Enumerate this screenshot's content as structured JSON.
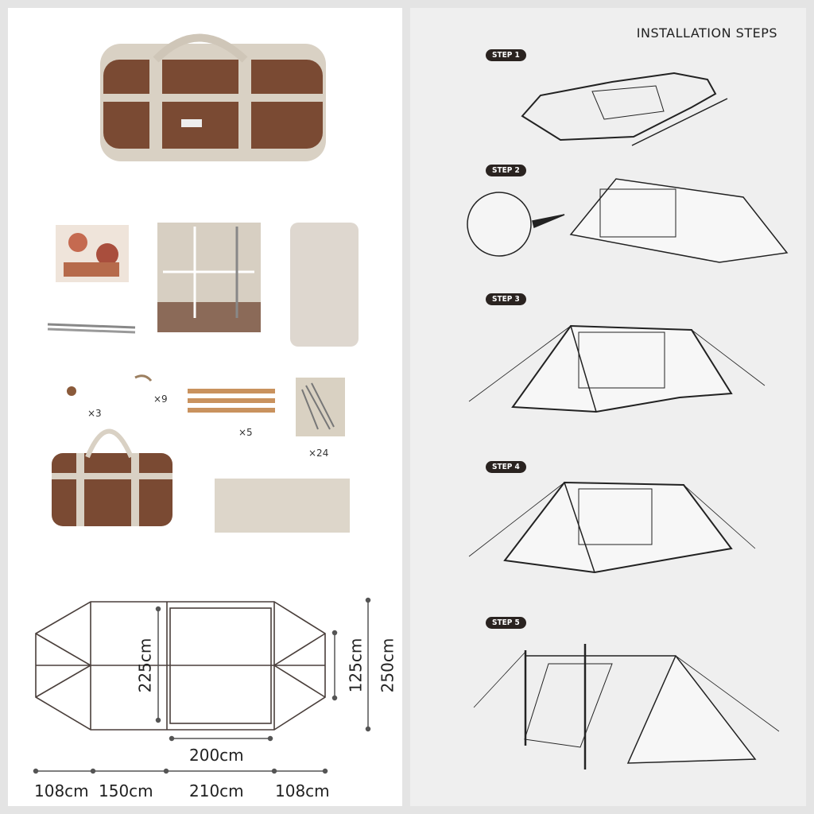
{
  "contents": {
    "quantities": [
      "×3",
      "×9",
      "×5",
      "×24"
    ]
  },
  "dimensions": {
    "height_inner": "225cm",
    "height_end": "125cm",
    "height_total": "250cm",
    "floor_width": "200cm",
    "segments": [
      "108cm",
      "150cm",
      "210cm",
      "108cm"
    ]
  },
  "installation": {
    "title": "INSTALLATION STEPS",
    "steps": [
      "STEP 1",
      "STEP 2",
      "STEP 3",
      "STEP 4",
      "STEP 5"
    ]
  },
  "colors": {
    "brown": "#7a4a33",
    "beige": "#d9d1c4",
    "ink": "#2a2320"
  }
}
